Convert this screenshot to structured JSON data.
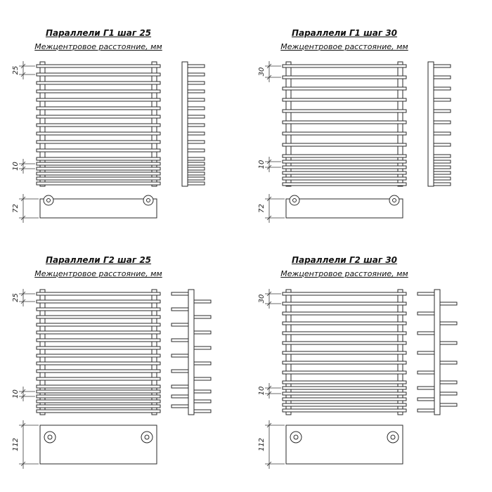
{
  "page": {
    "background": "#ffffff",
    "line_color": "#2a2a2a"
  },
  "diagrams": [
    {
      "id": "g1-step25",
      "title": "Параллели Г1 шаг 25",
      "subtitle": "Межцентровое расстояние, мм",
      "dimensions": {
        "step": "25",
        "small_step": "10",
        "collector_height": "72"
      },
      "geometry": {
        "row": "top",
        "bars_main": 12,
        "step_main": 12,
        "bars_tight": 5,
        "step_tight": 7,
        "side": "single"
      }
    },
    {
      "id": "g1-step30",
      "title": "Параллели Г1 шаг 30",
      "subtitle": "Межцентровое расстояние, мм",
      "dimensions": {
        "step": "30",
        "small_step": "10",
        "collector_height": "72"
      },
      "geometry": {
        "row": "top",
        "bars_main": 9,
        "step_main": 16,
        "bars_tight": 5,
        "step_tight": 8,
        "side": "single"
      }
    },
    {
      "id": "g2-step25",
      "title": "Параллели Г2 шаг 25",
      "subtitle": "Межцентровое расстояние, мм",
      "dimensions": {
        "step": "25",
        "small_step": "10",
        "collector_height": "112"
      },
      "geometry": {
        "row": "bottom",
        "bars_main": 13,
        "step_main": 11,
        "bars_tight": 5,
        "step_tight": 7,
        "side": "double"
      }
    },
    {
      "id": "g2-step30",
      "title": "Параллели Г2 шаг 30",
      "subtitle": "Межцентровое расстояние, мм",
      "dimensions": {
        "step": "30",
        "small_step": "10",
        "collector_height": "112"
      },
      "geometry": {
        "row": "bottom",
        "bars_main": 10,
        "step_main": 14,
        "bars_tight": 5,
        "step_tight": 8,
        "side": "double"
      }
    }
  ]
}
